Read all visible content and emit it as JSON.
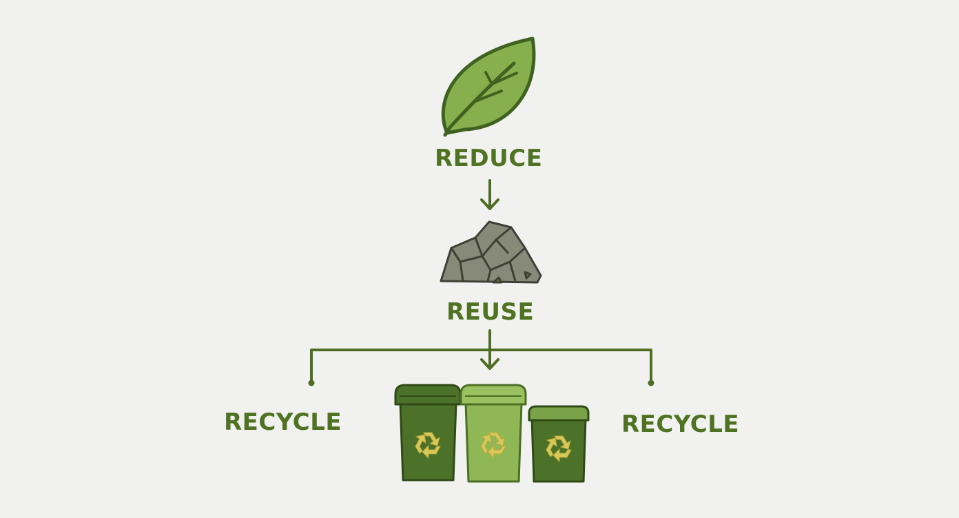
{
  "diagram": {
    "steps": [
      {
        "id": "reduce",
        "label": "REDUCE",
        "icon": "leaf-icon"
      },
      {
        "id": "reuse",
        "label": "REUSE",
        "icon": "rock-pile-icon"
      }
    ],
    "outcomes": {
      "left_label": "RECYCLE",
      "right_label": "RECYCLE",
      "bins": [
        {
          "icon": "recycling-bin-icon",
          "body_color": "#4c7128"
        },
        {
          "icon": "recycling-bin-icon",
          "body_color": "#8fb755"
        },
        {
          "icon": "recycling-bin-icon",
          "body_color": "#4c7128"
        }
      ]
    },
    "colors": {
      "background": "#f1f2ef",
      "text_green": "#4f7322",
      "line_green": "#4e6d23",
      "leaf_fill": "#86b04e",
      "rock_fill": "#878a78",
      "symbol_yellow": "#d8c85a"
    }
  }
}
